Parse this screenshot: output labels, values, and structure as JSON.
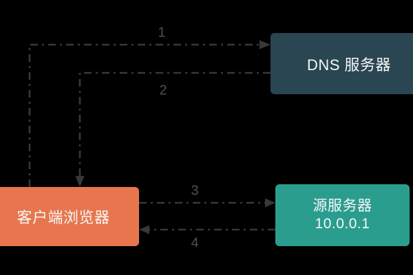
{
  "diagram": {
    "background_color": "#000000",
    "line_color": "#383838",
    "step_label_color": "#4f4f4f",
    "text_color": "#f7f7f7",
    "nodes": {
      "dns_server": {
        "label": "DNS 服务器",
        "color": "#2a4652"
      },
      "client_browser": {
        "label": "客户端浏览器",
        "color": "#e7764f"
      },
      "origin_server": {
        "name": "源服务器",
        "ip": "10.0.0.1",
        "color": "#2a9d8f"
      }
    },
    "arrows": {
      "step1": {
        "label": "1",
        "from": "client_browser",
        "to": "dns_server",
        "style": "dash-dot"
      },
      "step2": {
        "label": "2",
        "from": "dns_server",
        "to": "client_browser",
        "style": "dash-dot"
      },
      "step3": {
        "label": "3",
        "from": "client_browser",
        "to": "origin_server",
        "style": "dash-dot"
      },
      "step4": {
        "label": "4",
        "from": "origin_server",
        "to": "client_browser",
        "style": "dash-dot"
      }
    }
  }
}
